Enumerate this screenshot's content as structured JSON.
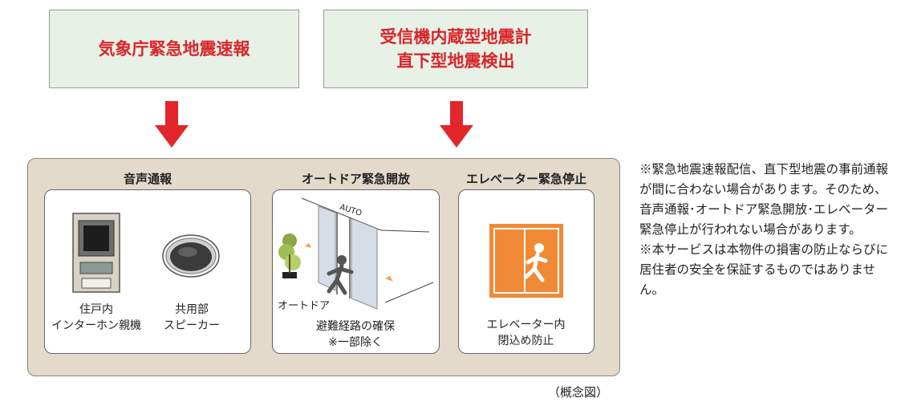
{
  "sources": {
    "jma": "気象庁緊急地震速報",
    "receiver_line1": "受信機内蔵型地震計",
    "receiver_line2": "直下型地震検出"
  },
  "columns": {
    "audio": {
      "title": "音声通報",
      "item1_line1": "住戸内",
      "item1_line2": "インターホン親機",
      "item2_line1": "共用部",
      "item2_line2": "スピーカー"
    },
    "autodoor": {
      "title": "オートドア緊急開放",
      "door_sign": "AUTO",
      "door_label": "オートドア",
      "caption_line1": "避難経路の確保",
      "caption_line2": "※一部除く"
    },
    "elevator": {
      "title": "エレベーター緊急停止",
      "caption_line1": "エレベーター内",
      "caption_line2": "閉込め防止"
    }
  },
  "notes": [
    "※緊急地震速報配信、直下型地震の事前通報が間に合わない場合があります。そのため、音声通報･オートドア緊急開放･エレベーター緊急停止が行われない場合があります。",
    "※本サービスは本物件の損害の防止ならびに居住者の安全を保証するものではありません。"
  ],
  "concept_label": "（概念図）",
  "colors": {
    "accent_red": "#e3262b",
    "source_bg": "#e7f1e6",
    "panel_bg": "#e3dacb",
    "elevator_orange": "#f08a36"
  }
}
